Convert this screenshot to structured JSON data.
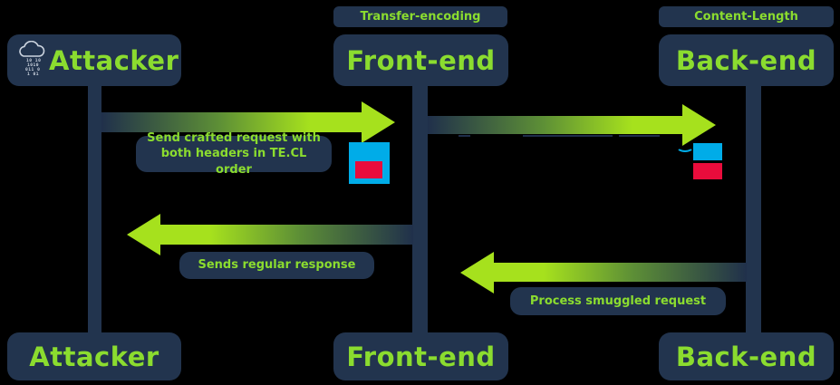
{
  "actors": {
    "attacker": {
      "label": "Attacker",
      "icon": "cloud-binary-rain-icon"
    },
    "frontend": {
      "label": "Front-end",
      "header_label": "Transfer-encoding"
    },
    "backend": {
      "label": "Back-end",
      "header_label": "Content-Length"
    }
  },
  "messages": {
    "crafted_request": {
      "label": "Send crafted request with both headers in TE.CL order",
      "from": "Attacker",
      "to": "Front-end"
    },
    "forward_request": {
      "label": "",
      "from": "Front-end",
      "to": "Back-end"
    },
    "regular_response": {
      "label": "Sends regular response",
      "from": "Front-end",
      "to": "Attacker"
    },
    "smuggled_request": {
      "label": "Process smuggled request",
      "from": "Back-end",
      "to": "Front-end"
    }
  },
  "request_icons": {
    "at_frontend": "combined-request-block (red part nested inside blue block)",
    "at_backend": "split-request-blocks (blue block and red block separated)"
  },
  "colors": {
    "background": "#000000",
    "panel_navy": "#22344e",
    "text_green": "#8bdc2f",
    "arrow_green": "#a6e11d",
    "request_blue": "#00ace8",
    "smuggled_red": "#e90c3c"
  }
}
